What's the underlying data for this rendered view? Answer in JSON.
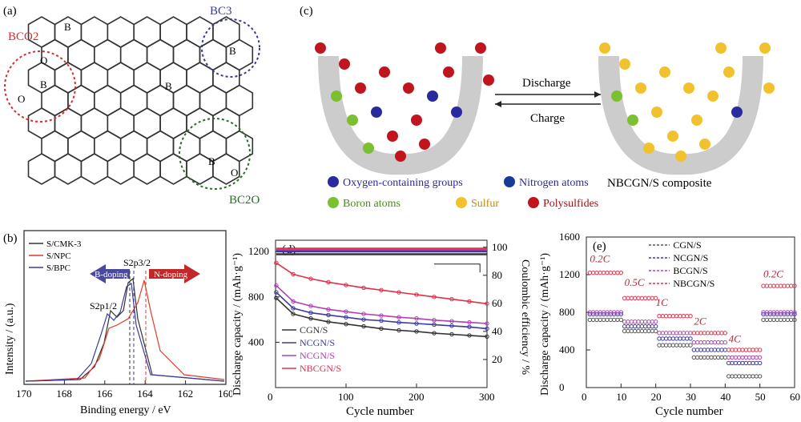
{
  "panel_a": {
    "label": "(a)",
    "bc3": "BC3",
    "bco2": "BCO2",
    "bc2o": "BC2O",
    "atoms": {
      "B": "B",
      "O": "O"
    },
    "colors": {
      "bc3": "#3a3a9a",
      "bco2": "#d03030",
      "bc2o": "#2a6a2a"
    }
  },
  "panel_b": {
    "label": "(b)",
    "legend": [
      "S/CMK-3",
      "S/NPC",
      "S/BPC"
    ],
    "b_doping": "B-doping",
    "n_doping": "N-doping",
    "peak_12": "S2p1/2",
    "peak_32": "S2p3/2",
    "xlabel": "Binding energy / eV",
    "ylabel": "Intensity / (a.u.)",
    "xticks": [
      "170",
      "168",
      "166",
      "164",
      "162",
      "160"
    ],
    "colors": {
      "S/CMK-3": "#333333",
      "S/NPC": "#e03a2a",
      "S/BPC": "#3a3aa0"
    }
  },
  "panel_c": {
    "label": "(c)",
    "discharge": "Discharge",
    "charge": "Charge",
    "product": "NBCGN/S composite",
    "legend": [
      {
        "text": "Oxygen-containing groups",
        "color": "#2a2aa0"
      },
      {
        "text": "Nitrogen atoms",
        "color": "#1a3a9a"
      },
      {
        "text": "Boron atoms",
        "color": "#7ac030"
      },
      {
        "text": "Sulfur",
        "color": "#f2c12e"
      },
      {
        "text": "Polysulfides",
        "color": "#c0141e"
      }
    ]
  },
  "chart_data": [
    {
      "type": "line",
      "panel": "(d)",
      "xlabel": "Cycle number",
      "ylabel": "Discharge capacity / (mAh·g⁻¹)",
      "y2label": "Coulombic efficiency / %",
      "xlim": [
        0,
        300
      ],
      "ylim": [
        0,
        1300
      ],
      "y2lim": [
        0,
        105
      ],
      "xticks": [
        "0",
        "100",
        "200",
        "300"
      ],
      "yticks": [
        "400",
        "800",
        "1200"
      ],
      "y2ticks": [
        "20",
        "40",
        "60",
        "80",
        "100"
      ],
      "x": [
        1,
        25,
        50,
        75,
        100,
        125,
        150,
        175,
        200,
        225,
        250,
        275,
        300
      ],
      "series": [
        {
          "name": "CGN/S",
          "color": "#333333",
          "values": [
            790,
            650,
            610,
            580,
            560,
            540,
            520,
            505,
            495,
            480,
            470,
            460,
            450
          ]
        },
        {
          "name": "NCGN/S",
          "color": "#3a3aa0",
          "values": [
            840,
            700,
            660,
            640,
            620,
            600,
            590,
            575,
            565,
            555,
            545,
            535,
            520
          ]
        },
        {
          "name": "NCGN/S",
          "color": "#b040b0",
          "values": [
            900,
            760,
            720,
            690,
            670,
            650,
            635,
            620,
            610,
            595,
            585,
            575,
            565
          ]
        },
        {
          "name": "NBCGN/S",
          "color": "#e0304a",
          "values": [
            1100,
            1000,
            960,
            930,
            905,
            880,
            860,
            840,
            820,
            800,
            780,
            760,
            740
          ]
        }
      ],
      "efficiency": [
        {
          "color": "#e0304a",
          "values": [
            99,
            99,
            99,
            99,
            99,
            99,
            99,
            99,
            99,
            99,
            99,
            99,
            99
          ]
        },
        {
          "color": "#b040b0",
          "values": [
            98,
            98,
            98,
            98,
            98,
            98,
            98,
            98,
            98,
            98,
            98,
            98,
            98
          ]
        },
        {
          "color": "#3a3aa0",
          "values": [
            97,
            97,
            97,
            97,
            97,
            97,
            97,
            97,
            97,
            97,
            97,
            97,
            97
          ]
        },
        {
          "color": "#333333",
          "values": [
            95,
            95,
            95,
            95,
            95,
            95,
            95,
            95,
            95,
            95,
            95,
            95,
            95
          ]
        }
      ]
    },
    {
      "type": "scatter",
      "panel": "(e)",
      "xlabel": "Cycle number",
      "ylabel": "Discharge capacity / (mAh·g⁻¹)",
      "xlim": [
        0,
        60
      ],
      "ylim": [
        0,
        1600
      ],
      "xticks": [
        "0",
        "10",
        "20",
        "30",
        "40",
        "50",
        "60"
      ],
      "yticks": [
        "0",
        "400",
        "800",
        "1200",
        "1600"
      ],
      "rates": [
        "0.2C",
        "0.5C",
        "1C",
        "2C",
        "4C",
        "0.2C"
      ],
      "series": [
        {
          "name": "CGN/S",
          "color": "#555555",
          "levels": [
            720,
            600,
            450,
            320,
            120,
            720
          ]
        },
        {
          "name": "NCGN/S",
          "color": "#3a3aa0",
          "levels": [
            780,
            650,
            520,
            400,
            260,
            780
          ]
        },
        {
          "name": "BCGN/S",
          "color": "#b040b0",
          "levels": [
            800,
            700,
            580,
            480,
            320,
            800
          ]
        },
        {
          "name": "NBCGN/S",
          "color": "#e0304a",
          "levels": [
            1220,
            950,
            760,
            580,
            400,
            1080
          ]
        }
      ]
    }
  ]
}
